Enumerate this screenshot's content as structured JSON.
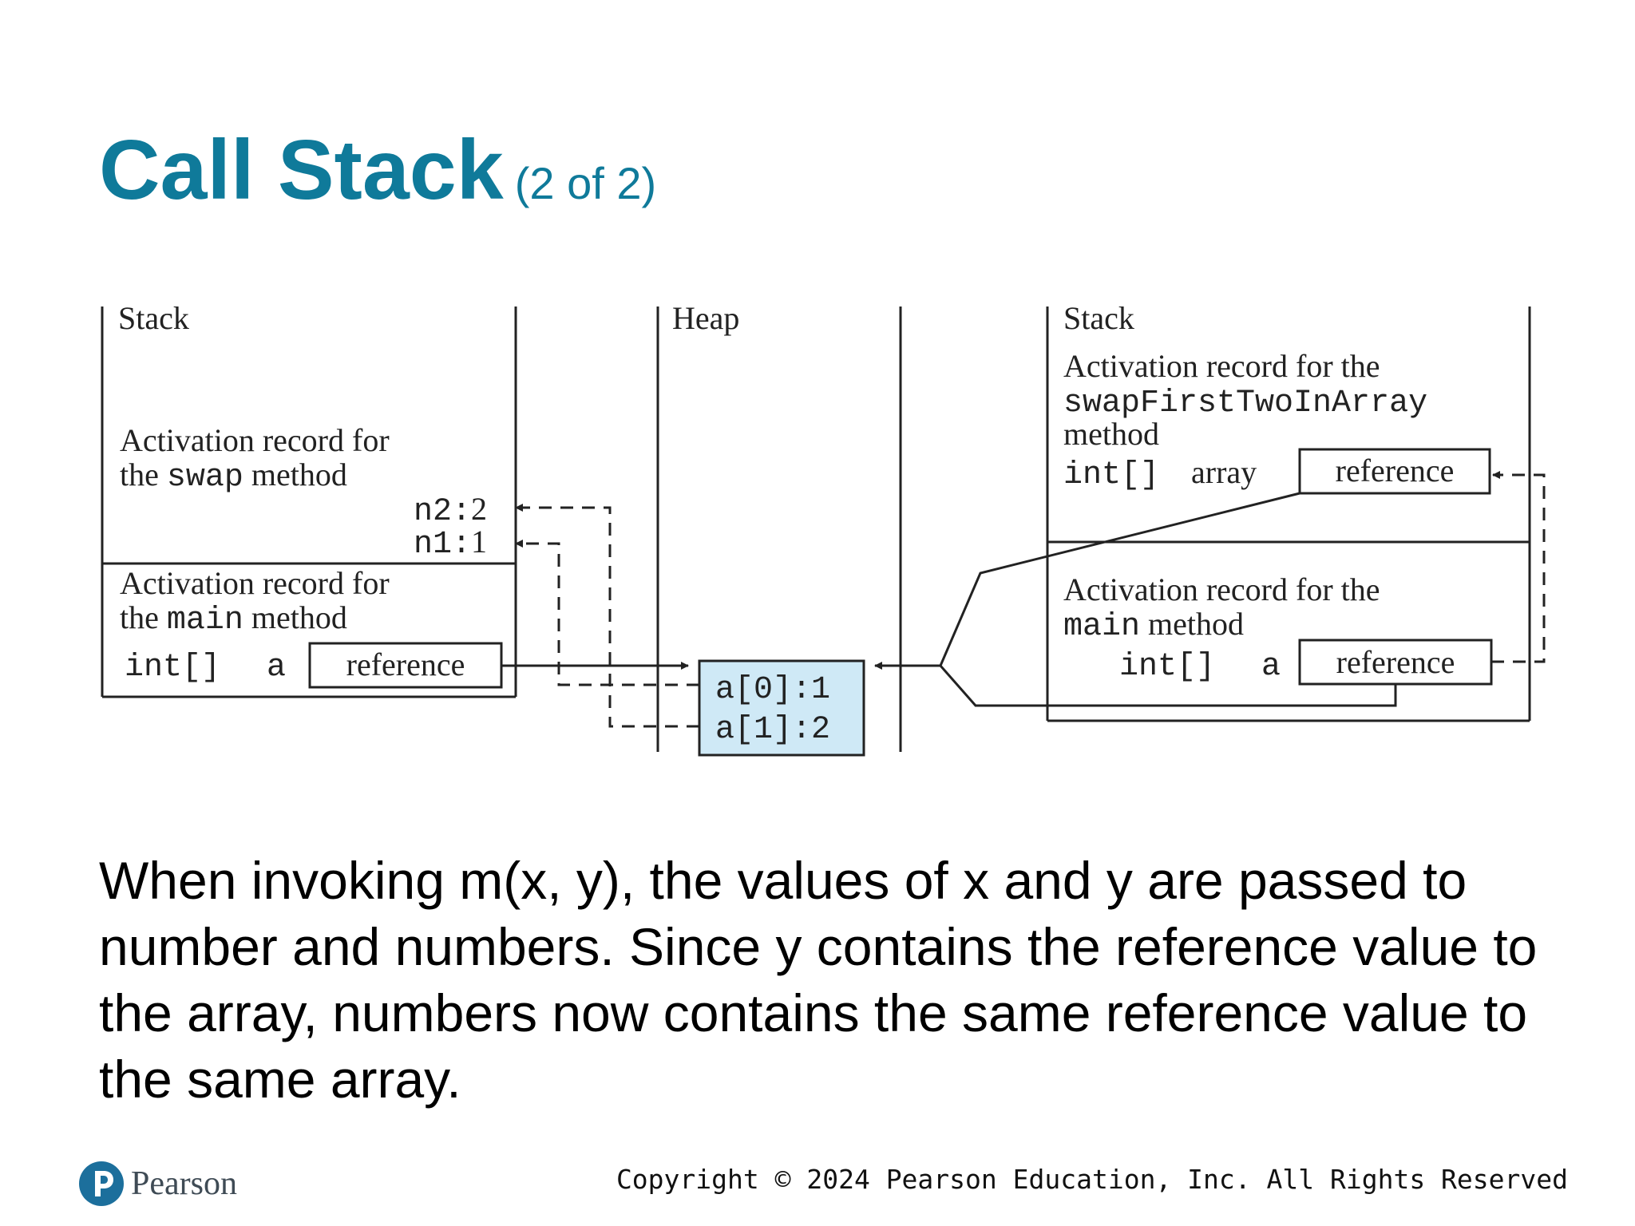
{
  "slide": {
    "title": "Call Stack",
    "title_suffix": "(2 of 2)",
    "body": "When invoking m(x, y), the values of x and y are passed to number and numbers. Since y contains the reference value to the array, numbers now contains the same reference value to the same array.",
    "copyright": "Copyright © 2024 Pearson Education, Inc. All Rights Reserved",
    "logo_text": "Pearson"
  },
  "diagram": {
    "left_panel": {
      "label": "Stack",
      "swap_record": {
        "line1": "Activation record for",
        "line2_prefix": "the ",
        "line2_code": "swap",
        "line2_suffix": " method",
        "n2_label": "n2:",
        "n2_value": "2",
        "n1_label": "n1:",
        "n1_value": "1"
      },
      "main_record": {
        "line1": "Activation record for",
        "line2_prefix": "the ",
        "line2_code": "main",
        "line2_suffix": " method",
        "var_type": "int[]",
        "var_name": "a",
        "var_value": "reference"
      }
    },
    "heap_panel": {
      "label": "Heap",
      "cells": [
        "a[0]:1",
        "a[1]:2"
      ],
      "cell_fill": "#cfe9f6"
    },
    "right_panel": {
      "label": "Stack",
      "swap_record": {
        "line1": "Activation record for the",
        "line2_code": "swapFirstTwoInArray",
        "line3": "method",
        "var_type": "int[]",
        "var_name": "array",
        "var_value": "reference"
      },
      "main_record": {
        "line1": "Activation record for the",
        "line2_code": "main",
        "line2_suffix": " method",
        "var_type": "int[]",
        "var_name": "a",
        "var_value": "reference"
      }
    }
  },
  "colors": {
    "title": "#0f7a9a",
    "logo": "#1c6f9c"
  }
}
